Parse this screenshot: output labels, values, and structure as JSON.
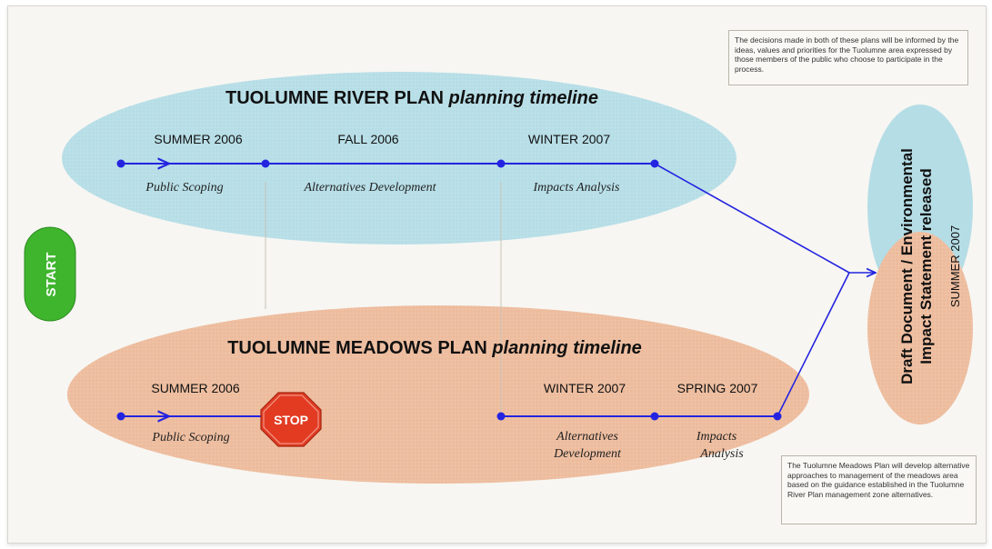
{
  "river_plan": {
    "title": "TUOLUMNE RIVER PLAN",
    "title_suffix": "planning timeline",
    "seasons": [
      "SUMMER 2006",
      "FALL 2006",
      "WINTER 2007"
    ],
    "phases": [
      "Public Scoping",
      "Alternatives Development",
      "Impacts Analysis"
    ]
  },
  "meadows_plan": {
    "title": "TUOLUMNE MEADOWS PLAN",
    "title_suffix": "planning timeline",
    "seasons": [
      "SUMMER 2006",
      "WINTER 2007",
      "SPRING 2007"
    ],
    "phases": [
      "Public Scoping",
      "Alternatives",
      "Development",
      "Impacts",
      "Analysis"
    ],
    "stop_label": "STOP"
  },
  "start_label": "START",
  "release": {
    "line1": "Draft Document / Environmental",
    "line2": "Impact Statement released",
    "season": "SUMMER 2007"
  },
  "notes": {
    "top": "The decisions made in both of these plans will be informed by the ideas, values and priorities for the Tuolumne area expressed by those members of the public who choose to participate in the process.",
    "bottom": "The Tuolumne Meadows Plan will develop alternative approaches to management of the meadows area based on the guidance established in the Tuolumne River Plan management zone alternatives."
  },
  "colors": {
    "river_ellipse": "#b5dde6",
    "meadows_ellipse": "#edbb9c",
    "timeline": "#2424e0",
    "start": "#3fb52e",
    "stop": "#e23b22"
  }
}
